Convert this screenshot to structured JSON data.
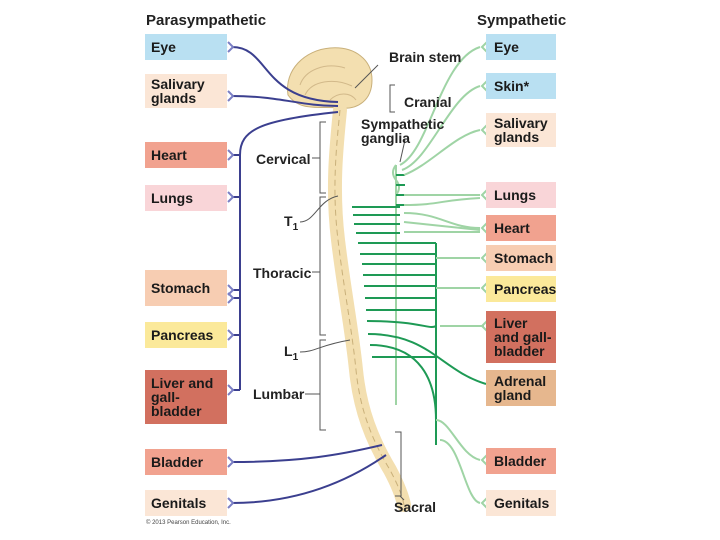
{
  "headers": {
    "left": "Parasympathetic",
    "right": "Sympathetic"
  },
  "left_organs": [
    {
      "label": "Eye",
      "color": "#b9e0f2"
    },
    {
      "label": "Salivary glands",
      "color": "#fbe6d6"
    },
    {
      "label": "Heart",
      "color": "#f1a28f"
    },
    {
      "label": "Lungs",
      "color": "#f9d5d8"
    },
    {
      "label": "Stomach",
      "color": "#f7cdb2"
    },
    {
      "label": "Pancreas",
      "color": "#fbe99a"
    },
    {
      "label": "Liver and gall-bladder",
      "color": "#d2705f"
    },
    {
      "label": "Bladder",
      "color": "#f1a28f"
    },
    {
      "label": "Genitals",
      "color": "#fbe6d6"
    }
  ],
  "right_organs": [
    {
      "label": "Eye",
      "color": "#b9e0f2"
    },
    {
      "label": "Skin*",
      "color": "#b9e0f2"
    },
    {
      "label": "Salivary glands",
      "color": "#fbe6d6"
    },
    {
      "label": "Lungs",
      "color": "#f9d5d8"
    },
    {
      "label": "Heart",
      "color": "#f1a28f"
    },
    {
      "label": "Stomach",
      "color": "#f7cdb2"
    },
    {
      "label": "Pancreas",
      "color": "#fbe99a"
    },
    {
      "label": "Liver and gall-bladder",
      "color": "#d2705f"
    },
    {
      "label": "Adrenal gland",
      "color": "#e6b78e"
    },
    {
      "label": "Bladder",
      "color": "#f1a28f"
    },
    {
      "label": "Genitals",
      "color": "#fbe6d6"
    }
  ],
  "labels": {
    "brain_stem": "Brain stem",
    "cranial": "Cranial",
    "sympathetic_ganglia": "Sympathetic ganglia",
    "cervical": "Cervical",
    "t1": "T",
    "t1_sub": "1",
    "thoracic": "Thoracic",
    "l1": "L",
    "l1_sub": "1",
    "lumbar": "Lumbar",
    "sacral": "Sacral"
  },
  "copyright": "© 2013 Pearson Education, Inc.",
  "colors": {
    "parasympathetic": "#3b3f8f",
    "sympathetic": "#1e9a55",
    "sympathetic_light": "#9fd4a5",
    "bone": "#f3dfb0"
  }
}
